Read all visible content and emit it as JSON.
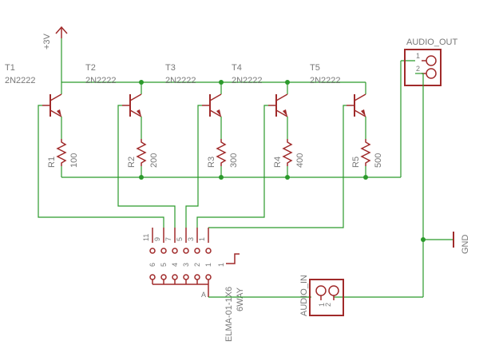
{
  "supply": {
    "label": "+3V"
  },
  "ground": {
    "label": "GND"
  },
  "transistors": [
    {
      "name": "T1",
      "value": "2N2222"
    },
    {
      "name": "T2",
      "value": "2N2222"
    },
    {
      "name": "T3",
      "value": "2N2222"
    },
    {
      "name": "T4",
      "value": "2N2222"
    },
    {
      "name": "T5",
      "value": "2N2222"
    }
  ],
  "resistors": [
    {
      "name": "R1",
      "value": "100"
    },
    {
      "name": "R2",
      "value": "200"
    },
    {
      "name": "R3",
      "value": "300"
    },
    {
      "name": "R4",
      "value": "400"
    },
    {
      "name": "R5",
      "value": "500"
    }
  ],
  "audio_out": {
    "label": "AUDIO_OUT",
    "pin1": "1",
    "pin2": "2"
  },
  "audio_in": {
    "label": "AUDIO_IN",
    "pin1": "1",
    "pin2": "2"
  },
  "connector": {
    "name": "ELMA-01-1X6",
    "value": "6WAY",
    "top_pins": [
      "11",
      "9",
      "7",
      "5",
      "3",
      "1"
    ],
    "mid_pins": [
      "6",
      "5",
      "4",
      "3",
      "2",
      "1"
    ],
    "switch_pin": "1",
    "a_label": "A"
  },
  "colors": {
    "wire": "#2b9a2b",
    "part": "#a02a2a",
    "text": "#777777"
  }
}
